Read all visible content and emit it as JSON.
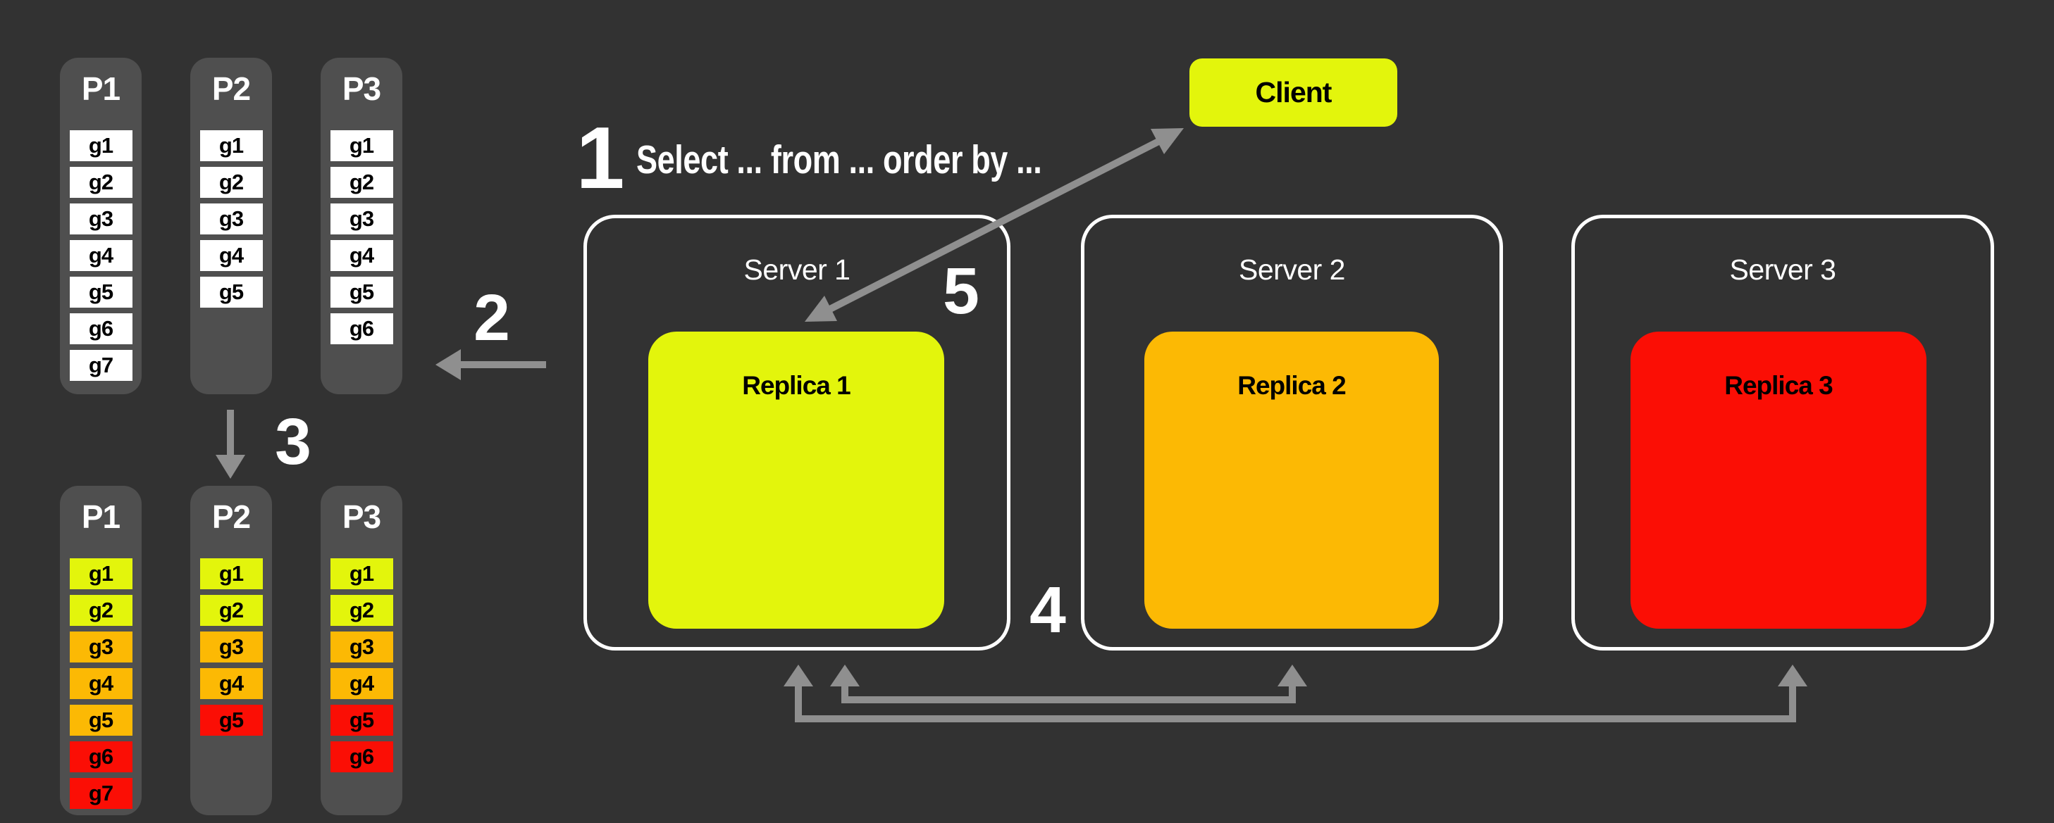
{
  "colors": {
    "background": "#323232",
    "panel": "#4f4f4f",
    "white": "#ffffff",
    "yellow": "#e3f50c",
    "orange": "#fcb904",
    "red": "#fb0e05",
    "arrow": "#8f8f8f"
  },
  "client": {
    "label": "Client"
  },
  "steps": {
    "one": {
      "number": "1",
      "text": "Select ... from ... order by ..."
    },
    "two": {
      "number": "2"
    },
    "three": {
      "number": "3"
    },
    "four": {
      "number": "4"
    },
    "five": {
      "number": "5"
    }
  },
  "partitions_before": [
    {
      "label": "P1",
      "items": [
        {
          "label": "g1",
          "color": "white"
        },
        {
          "label": "g2",
          "color": "white"
        },
        {
          "label": "g3",
          "color": "white"
        },
        {
          "label": "g4",
          "color": "white"
        },
        {
          "label": "g5",
          "color": "white"
        },
        {
          "label": "g6",
          "color": "white"
        },
        {
          "label": "g7",
          "color": "white"
        }
      ]
    },
    {
      "label": "P2",
      "items": [
        {
          "label": "g1",
          "color": "white"
        },
        {
          "label": "g2",
          "color": "white"
        },
        {
          "label": "g3",
          "color": "white"
        },
        {
          "label": "g4",
          "color": "white"
        },
        {
          "label": "g5",
          "color": "white"
        }
      ]
    },
    {
      "label": "P3",
      "items": [
        {
          "label": "g1",
          "color": "white"
        },
        {
          "label": "g2",
          "color": "white"
        },
        {
          "label": "g3",
          "color": "white"
        },
        {
          "label": "g4",
          "color": "white"
        },
        {
          "label": "g5",
          "color": "white"
        },
        {
          "label": "g6",
          "color": "white"
        }
      ]
    }
  ],
  "partitions_after": [
    {
      "label": "P1",
      "items": [
        {
          "label": "g1",
          "color": "yellow"
        },
        {
          "label": "g2",
          "color": "yellow"
        },
        {
          "label": "g3",
          "color": "orange"
        },
        {
          "label": "g4",
          "color": "orange"
        },
        {
          "label": "g5",
          "color": "orange"
        },
        {
          "label": "g6",
          "color": "red"
        },
        {
          "label": "g7",
          "color": "red"
        }
      ]
    },
    {
      "label": "P2",
      "items": [
        {
          "label": "g1",
          "color": "yellow"
        },
        {
          "label": "g2",
          "color": "yellow"
        },
        {
          "label": "g3",
          "color": "orange"
        },
        {
          "label": "g4",
          "color": "orange"
        },
        {
          "label": "g5",
          "color": "red"
        }
      ]
    },
    {
      "label": "P3",
      "items": [
        {
          "label": "g1",
          "color": "yellow"
        },
        {
          "label": "g2",
          "color": "yellow"
        },
        {
          "label": "g3",
          "color": "orange"
        },
        {
          "label": "g4",
          "color": "orange"
        },
        {
          "label": "g5",
          "color": "red"
        },
        {
          "label": "g6",
          "color": "red"
        }
      ]
    }
  ],
  "servers": [
    {
      "label": "Server 1",
      "replica": {
        "label": "Replica 1",
        "color": "yellow"
      }
    },
    {
      "label": "Server 2",
      "replica": {
        "label": "Replica 2",
        "color": "orange"
      }
    },
    {
      "label": "Server 3",
      "replica": {
        "label": "Replica 3",
        "color": "red"
      }
    }
  ]
}
